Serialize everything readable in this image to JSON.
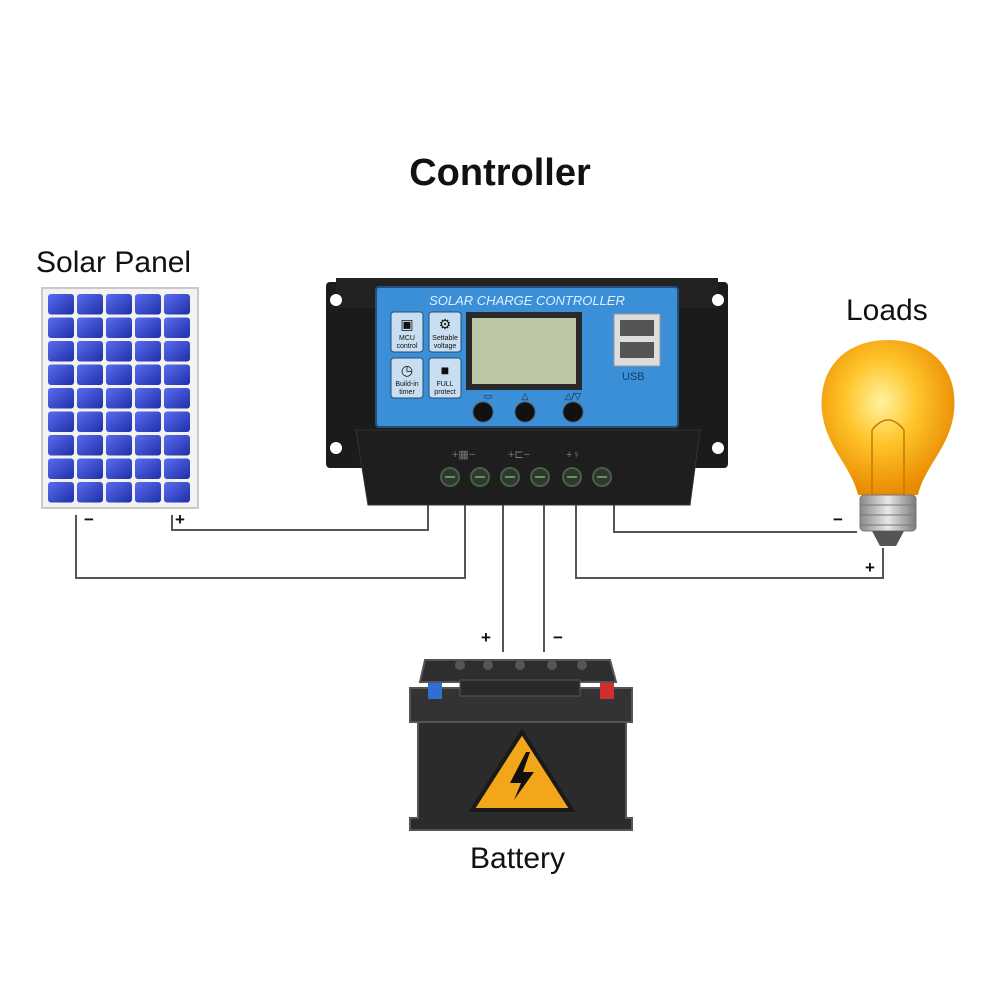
{
  "title": "Controller",
  "components": {
    "solar_panel": {
      "label": "Solar Panel",
      "neg": "−",
      "pos": "+"
    },
    "controller": {
      "device_title": "SOLAR CHARGE CONTROLLER",
      "features": [
        {
          "icon": "chip-icon",
          "line1": "MCU",
          "line2": "control"
        },
        {
          "icon": "gear-icon",
          "line1": "Settable",
          "line2": "voltage"
        },
        {
          "icon": "clock-icon",
          "line1": "Build-in",
          "line2": "timer"
        },
        {
          "icon": "lock-icon",
          "line1": "FULL",
          "line2": "protect"
        }
      ],
      "usb_label": "USB",
      "colors": {
        "body": "#1b1b1b",
        "panel": "#3a8fd6",
        "lcd": "#bcc7a8"
      }
    },
    "loads": {
      "label": "Loads",
      "neg": "−",
      "pos": "+"
    },
    "battery": {
      "label": "Battery",
      "pos": "+",
      "neg": "−"
    }
  }
}
